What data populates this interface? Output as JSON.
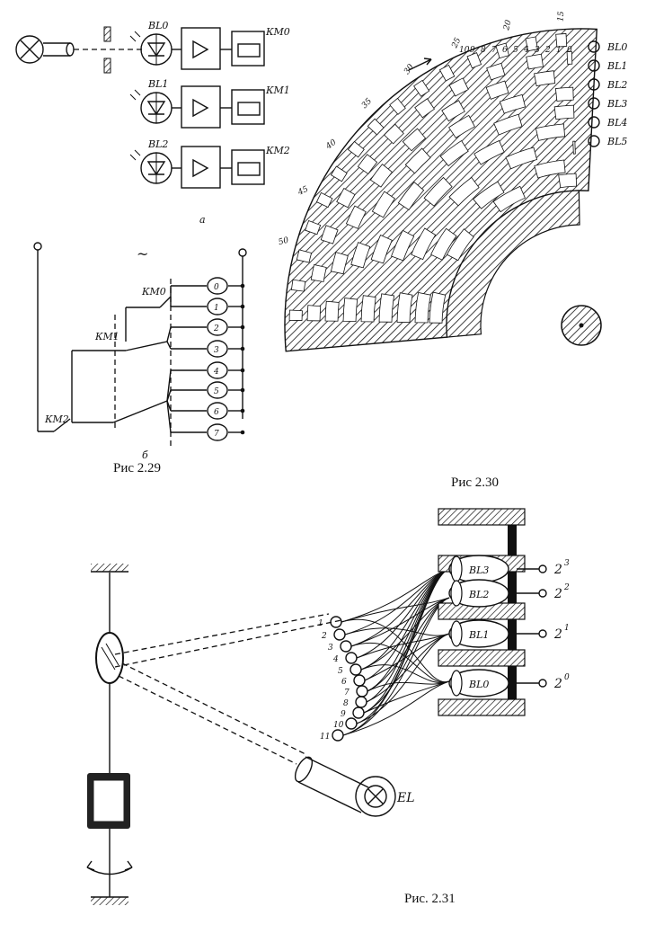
{
  "fig229": {
    "caption": "Рис 2.29",
    "sub_a": "а",
    "sub_b": "б",
    "tilde": "~",
    "sensors": [
      "BL0",
      "BL1",
      "BL2"
    ],
    "relays": [
      "КМ0",
      "КМ1",
      "КМ2"
    ],
    "outputs": [
      "0",
      "1",
      "2",
      "3",
      "4",
      "5",
      "6",
      "7"
    ]
  },
  "fig230": {
    "caption": "Рис  2.30",
    "scale_labels": [
      "15",
      "20",
      "25",
      "30",
      "35",
      "40",
      "45",
      "50"
    ],
    "top_numbers": [
      "10",
      "9",
      "8",
      "7",
      "6",
      "5",
      "4",
      "3",
      "2",
      "1",
      "0"
    ],
    "legend": [
      "BL0",
      "BL1",
      "BL2",
      "BL3",
      "BL4",
      "BL5"
    ]
  },
  "fig231": {
    "caption": "Рис. 2.31",
    "sensors": [
      "BL3",
      "BL2",
      "BL1",
      "BL0"
    ],
    "weights": [
      {
        "base": "2",
        "exp": "3"
      },
      {
        "base": "2",
        "exp": "2"
      },
      {
        "base": "2",
        "exp": "1"
      },
      {
        "base": "2",
        "exp": "0"
      }
    ],
    "fiber_numbers": [
      "1",
      "2",
      "3",
      "4",
      "5",
      "6",
      "7",
      "8",
      "9",
      "10",
      "11"
    ],
    "lamp": "EL"
  }
}
